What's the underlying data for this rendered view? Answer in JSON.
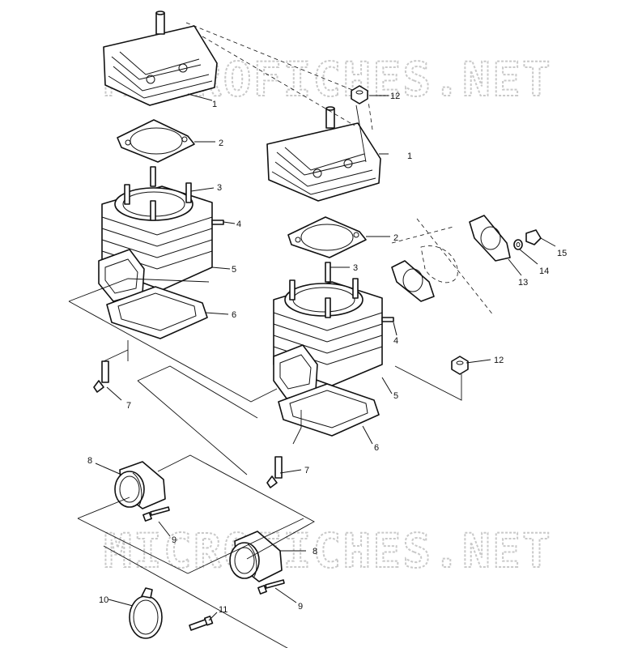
{
  "watermark": {
    "top": "MICROFICHES.NET",
    "bottom": "MICROFICHES.NET"
  },
  "callouts": [
    {
      "id": "c1a",
      "text": "1"
    },
    {
      "id": "c1b",
      "text": "1"
    },
    {
      "id": "c2a",
      "text": "2"
    },
    {
      "id": "c2b",
      "text": "2"
    },
    {
      "id": "c3a",
      "text": "3"
    },
    {
      "id": "c3b",
      "text": "3"
    },
    {
      "id": "c4a",
      "text": "4"
    },
    {
      "id": "c4b",
      "text": "4"
    },
    {
      "id": "c5a",
      "text": "5"
    },
    {
      "id": "c5b",
      "text": "5"
    },
    {
      "id": "c6a",
      "text": "6"
    },
    {
      "id": "c6b",
      "text": "6"
    },
    {
      "id": "c7a",
      "text": "7"
    },
    {
      "id": "c7b",
      "text": "7"
    },
    {
      "id": "c8a",
      "text": "8"
    },
    {
      "id": "c8b",
      "text": "8"
    },
    {
      "id": "c9a",
      "text": "9"
    },
    {
      "id": "c9b",
      "text": "9"
    },
    {
      "id": "c10",
      "text": "10"
    },
    {
      "id": "c11",
      "text": "11"
    },
    {
      "id": "c12a",
      "text": "12"
    },
    {
      "id": "c12b",
      "text": "12"
    },
    {
      "id": "c13",
      "text": "13"
    },
    {
      "id": "c14",
      "text": "14"
    },
    {
      "id": "c15",
      "text": "15"
    }
  ]
}
